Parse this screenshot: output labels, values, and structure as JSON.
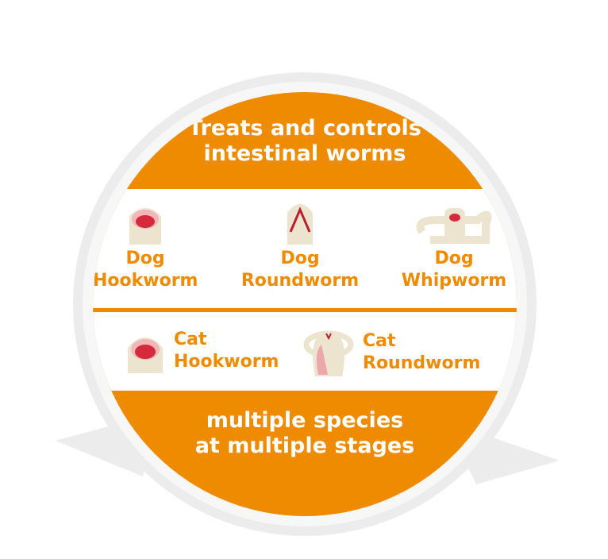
{
  "header": {
    "line1": "Treats and controls",
    "line2": "intestinal worms"
  },
  "dog_worms": [
    {
      "line1": "Dog",
      "line2": "Hookworm",
      "icon": "hookworm-icon"
    },
    {
      "line1": "Dog",
      "line2": "Roundworm",
      "icon": "roundworm-icon"
    },
    {
      "line1": "Dog",
      "line2": "Whipworm",
      "icon": "whipworm-icon"
    }
  ],
  "cat_worms": [
    {
      "line1": "Cat",
      "line2": "Hookworm",
      "icon": "hookworm-icon"
    },
    {
      "line1": "Cat",
      "line2": "Roundworm",
      "icon": "roundworm-icon"
    }
  ],
  "footer": {
    "line1": "multiple species",
    "line2": "at multiple stages"
  },
  "colors": {
    "orange": "#ee8b00",
    "worm": "#ede4cf",
    "mouth": "#d42a3c"
  }
}
